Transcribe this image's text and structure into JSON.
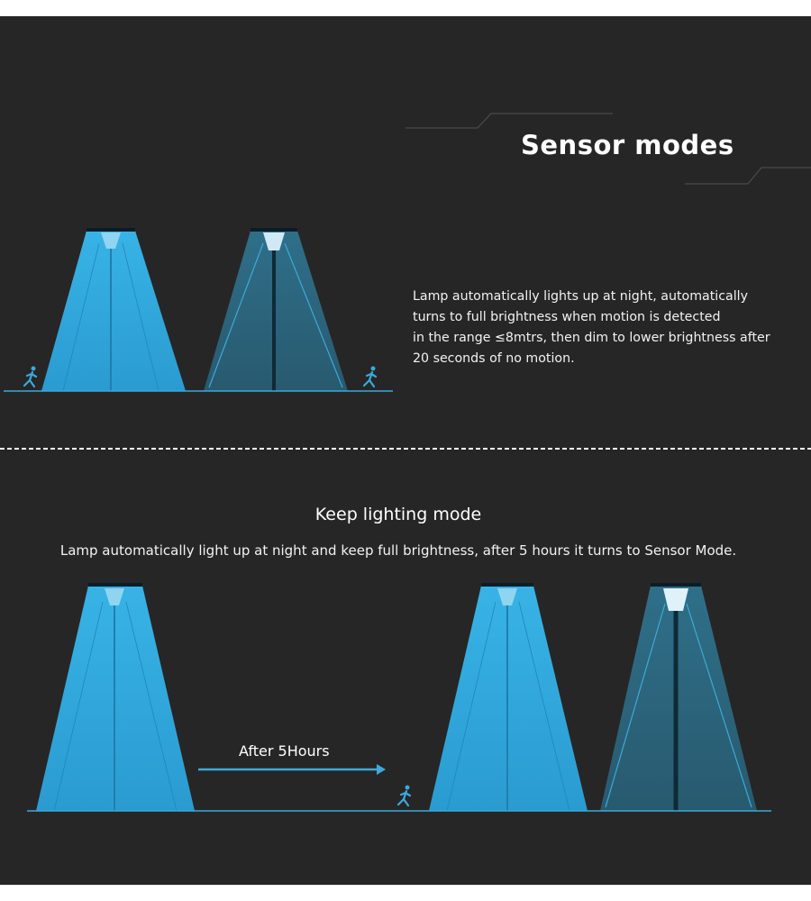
{
  "sensor_modes": {
    "title": "Sensor modes",
    "description_lines": [
      "Lamp automatically lights up at night, automatically",
      "turns to full brightness when motion is detected",
      "in the range ≤8mtrs, then dim to lower brightness after",
      "20 seconds of no motion."
    ]
  },
  "keep_lighting": {
    "title": "Keep lighting mode",
    "description": "Lamp automatically light up at night and keep full brightness, after 5 hours it turns to Sensor Mode.",
    "arrow_label": "After 5Hours"
  },
  "colors": {
    "background": "#262626",
    "bright_beam": "#2fa3d6",
    "dim_beam": "#2b5f75",
    "accent_line": "#3ba9db"
  },
  "icons": [
    "street-lamp-icon",
    "running-person-icon",
    "arrow-right-icon"
  ]
}
